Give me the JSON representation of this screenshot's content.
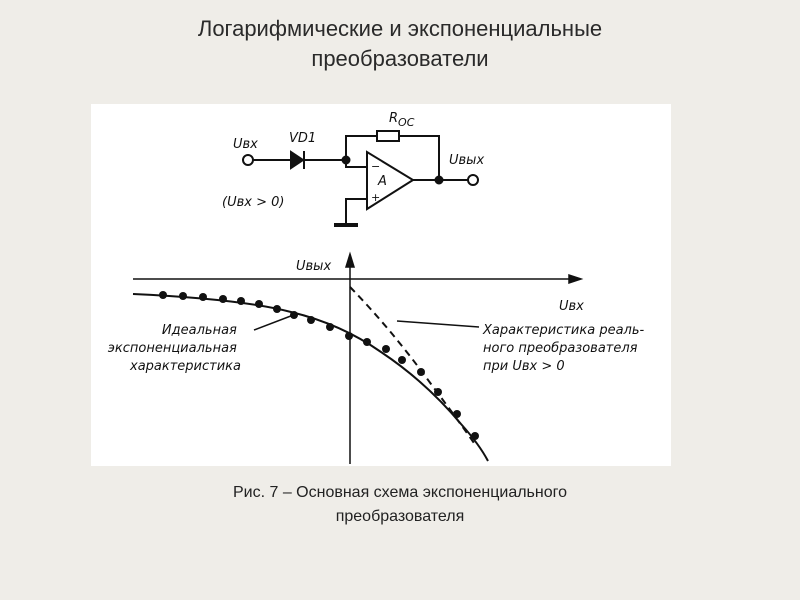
{
  "title": {
    "line1": "Логарифмические и экспоненциальные",
    "line2": "преобразователи"
  },
  "circuit": {
    "input_label": "Uвх",
    "diode_label": "VD1",
    "resistor_label": "R",
    "resistor_subscript": "ОС",
    "opamp_label": "A",
    "opamp_minus": "−",
    "opamp_plus": "+",
    "output_label": "Uвых",
    "condition_label": "(Uвх > 0)"
  },
  "graph": {
    "y_axis_label": "Uвых",
    "x_axis_label": "Uвх",
    "ideal_label": [
      "Идеальная",
      "экспоненциальная",
      "характеристика"
    ],
    "real_label": [
      "Характеристика реаль-",
      "ного преобразователя",
      "при Uвх > 0"
    ]
  },
  "caption": {
    "line1": "Рис. 7 – Основная схема экспоненциального",
    "line2": "преобразователя"
  }
}
